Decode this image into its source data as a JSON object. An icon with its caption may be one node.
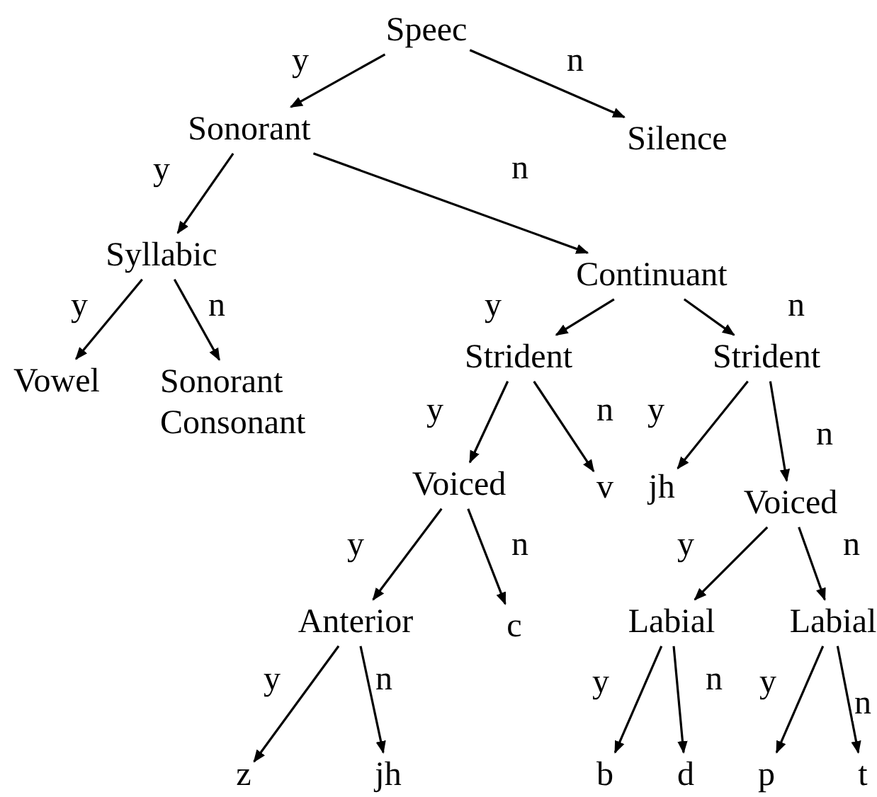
{
  "diagram": {
    "nodes": [
      {
        "text": [
          "Speec"
        ]
      },
      {
        "text": [
          "Sonorant"
        ]
      },
      {
        "text": [
          "Silence"
        ]
      },
      {
        "text": [
          "Syllabic"
        ]
      },
      {
        "text": [
          "Continuant"
        ]
      },
      {
        "text": [
          "Vowel"
        ]
      },
      {
        "text": [
          "Sonorant Consonant"
        ]
      },
      {
        "text": [
          "Strident"
        ]
      },
      {
        "text": [
          "Strident"
        ]
      },
      {
        "text": [
          "Voiced"
        ]
      },
      {
        "text": [
          "v"
        ]
      },
      {
        "text": [
          "jh"
        ]
      },
      {
        "text": [
          "Voiced"
        ]
      },
      {
        "text": [
          "Anterior"
        ]
      },
      {
        "text": [
          "c"
        ]
      },
      {
        "text": [
          "Labial"
        ]
      },
      {
        "text": [
          "Labial"
        ]
      },
      {
        "text": [
          "z"
        ]
      },
      {
        "text": [
          "jh"
        ]
      },
      {
        "text": [
          "b"
        ]
      },
      {
        "text": [
          "d"
        ]
      },
      {
        "text": [
          "p"
        ]
      },
      {
        "text": [
          "t"
        ]
      }
    ],
    "edges": [
      {
        "from": 0,
        "to": 1,
        "arrow": "to",
        "label": "y"
      },
      {
        "from": 0,
        "to": 2,
        "arrow": "to",
        "label": "n"
      },
      {
        "from": 1,
        "to": 3,
        "arrow": "to",
        "label": "y"
      },
      {
        "from": 1,
        "to": 4,
        "arrow": "to",
        "label": "n"
      },
      {
        "from": 3,
        "to": 5,
        "arrow": "to",
        "label": "y"
      },
      {
        "from": 3,
        "to": 6,
        "arrow": "to",
        "label": "n"
      },
      {
        "from": 4,
        "to": 7,
        "arrow": "to",
        "label": "y"
      },
      {
        "from": 4,
        "to": 8,
        "arrow": "to",
        "label": "n"
      },
      {
        "from": 7,
        "to": 9,
        "arrow": "to",
        "label": "y"
      },
      {
        "from": 7,
        "to": 10,
        "arrow": "to",
        "label": "n"
      },
      {
        "from": 8,
        "to": 11,
        "arrow": "to",
        "label": "y"
      },
      {
        "from": 8,
        "to": 12,
        "arrow": "to",
        "label": "n"
      },
      {
        "from": 9,
        "to": 13,
        "arrow": "to",
        "label": "y"
      },
      {
        "from": 9,
        "to": 14,
        "arrow": "to",
        "label": "n"
      },
      {
        "from": 12,
        "to": 15,
        "arrow": "to",
        "label": "y"
      },
      {
        "from": 12,
        "to": 16,
        "arrow": "to",
        "label": "n"
      },
      {
        "from": 13,
        "to": 17,
        "arrow": "to",
        "label": "y"
      },
      {
        "from": 13,
        "to": 18,
        "arrow": "to",
        "label": "n"
      },
      {
        "from": 15,
        "to": 19,
        "arrow": "to",
        "label": "y"
      },
      {
        "from": 15,
        "to": 20,
        "arrow": "to",
        "label": "n"
      },
      {
        "from": 16,
        "to": 21,
        "arrow": "to",
        "label": "y"
      },
      {
        "from": 16,
        "to": 22,
        "arrow": "to",
        "label": "n"
      }
    ]
  }
}
